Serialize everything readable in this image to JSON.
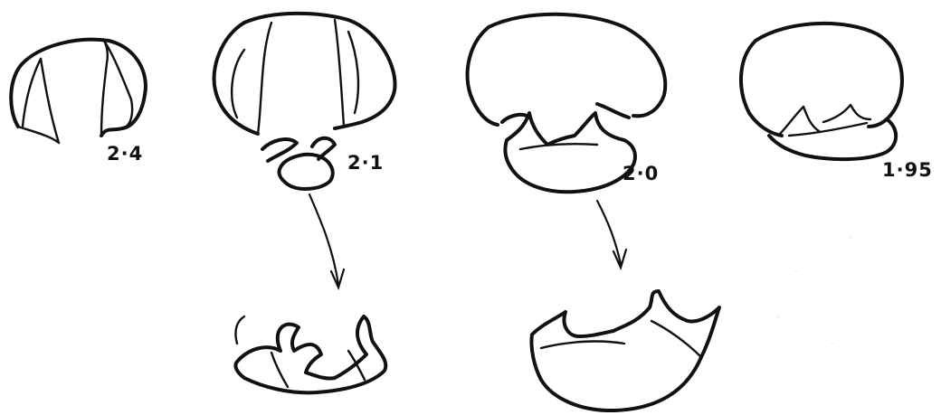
{
  "figure": {
    "labels": {
      "stage_1": "2·4",
      "stage_2": "2·1",
      "stage_3": "2·0",
      "stage_4": "1·95"
    }
  }
}
